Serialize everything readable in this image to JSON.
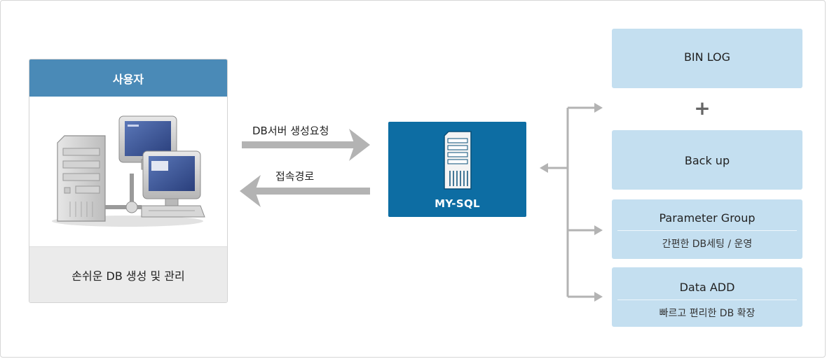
{
  "user_card": {
    "title": "사용자",
    "caption": "손쉬운 DB 생성 및 관리"
  },
  "flows": {
    "request_label": "DB서버 생성요청",
    "access_label": "접속경로"
  },
  "server": {
    "label": "MY-SQL"
  },
  "features": {
    "bin_log": "BIN LOG",
    "plus": "+",
    "backup": "Back up",
    "parameter_group": {
      "title": "Parameter Group",
      "subtitle": "간편한 DB세팅 / 운영"
    },
    "data_add": {
      "title": "Data ADD",
      "subtitle": "빠르고 편리한 DB 확장"
    }
  },
  "colors": {
    "user_header": "#4a8ab7",
    "server_box": "#0d6da3",
    "feature_box": "#c4dff0",
    "arrow": "#b3b3b3"
  },
  "icons": {
    "user_illustration": "computers-network-icon",
    "server": "server-tower-icon"
  }
}
